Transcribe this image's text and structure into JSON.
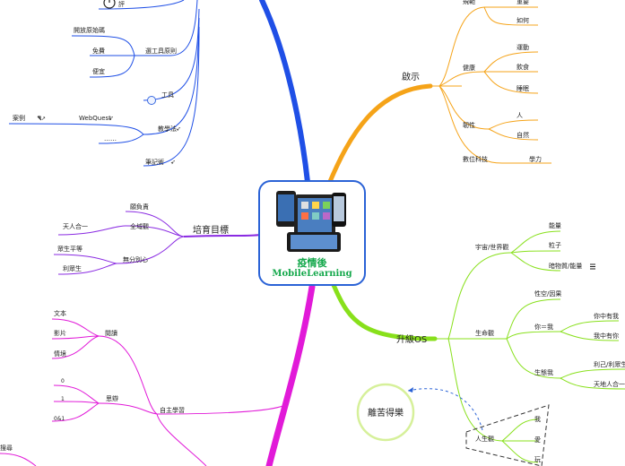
{
  "center": {
    "title": "疫情後",
    "subtitle": "MobileLearning"
  },
  "colors": {
    "top_left": "#1f4fe6",
    "orange": "#f5a318",
    "green": "#88e01b",
    "magenta": "#e11ad8",
    "purple": "#8a2be2"
  },
  "top_left": {
    "clipped_item": "評",
    "tool_principles": {
      "label": "選工具原則",
      "items": [
        "開放原始碼",
        "免費",
        "便宜"
      ]
    },
    "tools": {
      "label": "工具"
    },
    "pedagogy": {
      "label": "教學法",
      "items": [
        "案例",
        "WebQuest",
        "……"
      ]
    },
    "notes": {
      "label": "筆記術"
    }
  },
  "goals": {
    "label": "培育目標",
    "items": [
      "願負責",
      "全域觀",
      "天人合一",
      "無分別心",
      "眾生平等",
      "利眾生"
    ]
  },
  "self_learning": {
    "label": "自主學習",
    "reading": {
      "label": "閱讀",
      "items": [
        "文本",
        "影片",
        "情境"
      ]
    },
    "thinking": {
      "label": "思辯",
      "items": [
        "0",
        "1",
        "0&1"
      ]
    },
    "clipped": "搜尋"
  },
  "insight": {
    "label": "啟示",
    "top_items": [
      "規範",
      "重要",
      "如何"
    ],
    "health": {
      "label": "健康",
      "items": [
        "運動",
        "飲食",
        "睡眠"
      ]
    },
    "resilience": {
      "label": "韌性",
      "items": [
        "人",
        "自然"
      ]
    },
    "digital": {
      "label": "數位科技",
      "items": [
        "學力"
      ]
    }
  },
  "upgrade": {
    "label": "升級OS",
    "universe": {
      "label": "宇宙/世界觀",
      "items": [
        "能量",
        "粒子",
        "暗物質/能量"
      ]
    },
    "life": {
      "label": "生命觀",
      "emptiness": "性空/因果",
      "self": {
        "label": "你＝我",
        "items": [
          "你中有我",
          "我中有你"
        ]
      }
    },
    "ecology": {
      "label": "生態我",
      "items": [
        "利己/利眾生",
        "天地人合一"
      ]
    },
    "outlook": {
      "label": "人生觀",
      "items": [
        "我",
        "愛",
        "玩"
      ]
    }
  },
  "float_bubble": {
    "label": "離苦得樂"
  }
}
